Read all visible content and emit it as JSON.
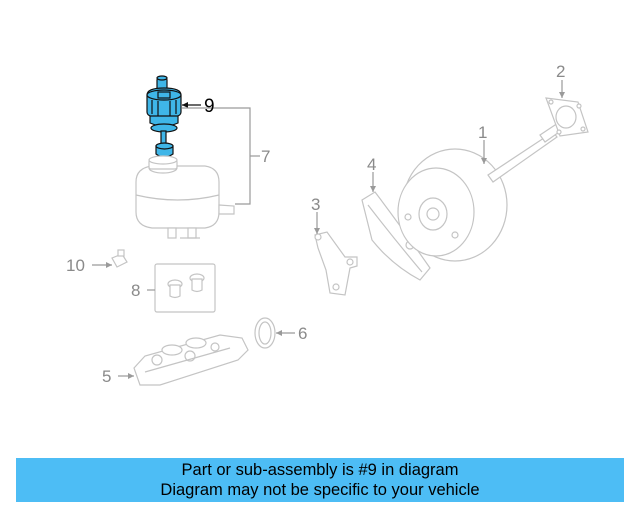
{
  "callouts": {
    "c1": "1",
    "c2": "2",
    "c3": "3",
    "c4": "4",
    "c5": "5",
    "c6": "6",
    "c7": "7",
    "c8": "8",
    "c9": "9",
    "c10": "10"
  },
  "banner": {
    "line1": "Part or sub-assembly is #9 in diagram",
    "line2": "Diagram may not be specific to your vehicle"
  },
  "colors": {
    "highlight": "#3fb6e8",
    "banner": "#4dbdf5"
  }
}
